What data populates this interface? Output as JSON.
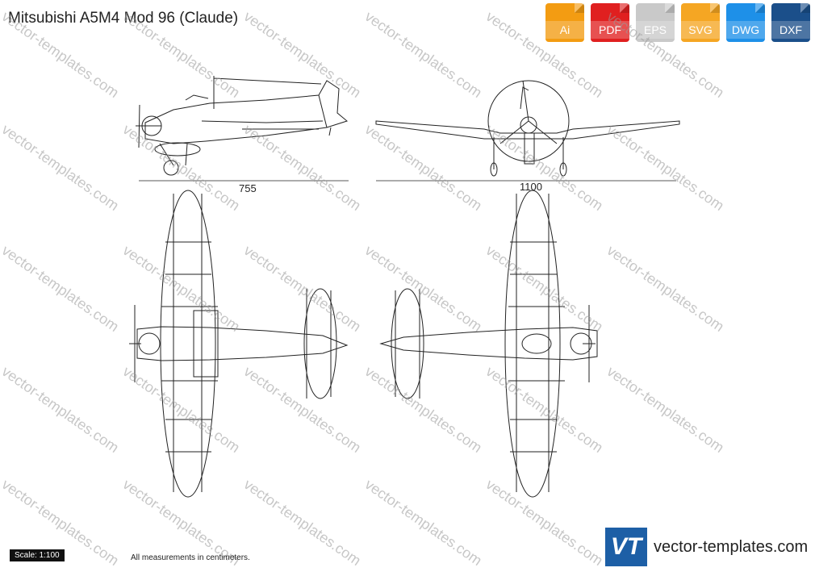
{
  "title": "Mitsubishi A5M4 Mod 96 (Claude)",
  "formats": [
    {
      "label": "Ai",
      "color": "#f39c12"
    },
    {
      "label": "PDF",
      "color": "#e02020"
    },
    {
      "label": "EPS",
      "color": "#c9c9c9"
    },
    {
      "label": "SVG",
      "color": "#f5a623"
    },
    {
      "label": "DWG",
      "color": "#1e90e8"
    },
    {
      "label": "DXF",
      "color": "#1b4f8a"
    }
  ],
  "dimensions": {
    "length": "755",
    "span": "1100"
  },
  "scale": "Scale: 1:100",
  "note": "All measurements in centimeters.",
  "brand": {
    "logo": "VT",
    "site": "vector-templates.com"
  },
  "watermark": "vector-templates.com"
}
